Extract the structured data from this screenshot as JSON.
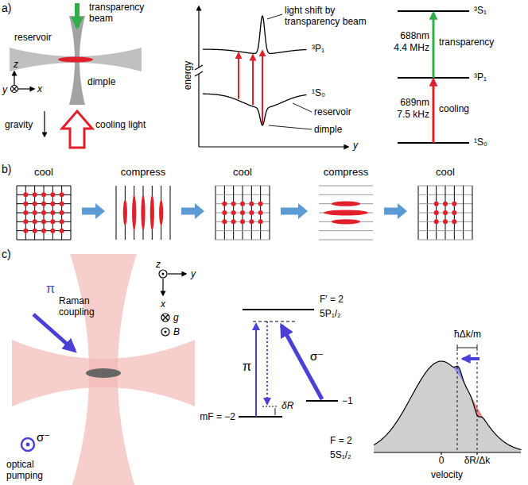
{
  "diagram": {
    "nodes": [
      {
        "text": [
          "cool"
        ]
      },
      {
        "text": [
          "compress"
        ]
      },
      {
        "text": [
          "cool"
        ]
      },
      {
        "text": [
          "compress"
        ]
      },
      {
        "text": [
          "cool"
        ]
      }
    ],
    "edges": [
      {
        "from": 0,
        "to": 1,
        "arrow": "to"
      },
      {
        "from": 1,
        "to": 2,
        "arrow": "to"
      },
      {
        "from": 2,
        "to": 3,
        "arrow": "to"
      },
      {
        "from": 3,
        "to": 4,
        "arrow": "to"
      }
    ],
    "labels": [
      "a)",
      "transparency beam",
      "reservoir",
      "dimple",
      "cooling light",
      "z",
      "y",
      "x",
      "gravity",
      "light shift by transparency beam",
      "energy",
      "³P₁",
      "¹S₀",
      "reservoir",
      "dimple",
      "y",
      "³S₁",
      "³P₁",
      "¹S₀",
      "688nm",
      "4.4 MHz",
      "transparency",
      "689nm",
      "7.5 kHz",
      "cooling",
      "b)",
      "c)",
      "π",
      "Raman coupling",
      "σ⁻",
      "optical pumping",
      "z",
      "y",
      "x",
      "g",
      "B",
      "5P₁/₂",
      "F′ = 2",
      "π",
      "σ⁻",
      "mF = −2",
      "δR",
      "−1",
      "5S₁/₂",
      "F = 2",
      "ħΔk/m",
      "δR/Δk",
      "0",
      "velocity"
    ]
  }
}
